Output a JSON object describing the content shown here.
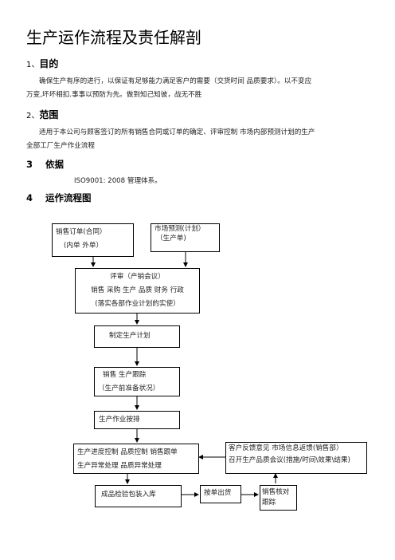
{
  "title": "生产运作流程及责任解剖",
  "section1": {
    "num": "1、",
    "heading": "目的",
    "line1": "确保生产有序的进行，以保证有足够能力满足客户的需要（交货时间  品质要求）。以不变应",
    "line2": "万变,坏坏相扣.事事以预防为先。做到知己知彼，战无不胜"
  },
  "section2": {
    "num": "2、",
    "heading": "范围",
    "line1": "适用于本公司与顾客签订的所有销售合同或订单的确定、评审控制  市场内部预测计划的生产",
    "line2": "全部工厂生产作业流程"
  },
  "section3": {
    "num": "3",
    "heading": "依据",
    "body": "ISO9001: 2008 管理体系。"
  },
  "section4": {
    "num": "4",
    "heading": "运作流程图"
  },
  "flow": {
    "order": {
      "line1": "销售订单(合同）",
      "line2": "(内单  外单）"
    },
    "forecast": {
      "line1": "市场预测(计划）",
      "line2": "（生产单)"
    },
    "review": {
      "line1": "评审（产销会议）",
      "line2": "销售  采购  生产  品质  财务  行政",
      "line3": "(落实各部作业计划的实使）"
    },
    "plan": {
      "line1": "制定生产计划"
    },
    "tracking": {
      "line1": "销售  生产跟踪",
      "line2": "（生产前准备状况）"
    },
    "schedule": {
      "line1": "生产作业按排"
    },
    "control": {
      "line1": "生产进度控制  品质控制  销售跟单",
      "line2": "生产异常处理        品质异常处理"
    },
    "feedback": {
      "line1": "客户反馈意见      市场信息返馈(销售部）",
      "line2": "召开生产品质会议(措施/时间\\效果\\结果)"
    },
    "inspection": {
      "line1": "成品检验包装入库"
    },
    "shipping": {
      "line1": "按单出货"
    },
    "verify": {
      "line1": "销售核对",
      "line2": "跟踪"
    }
  }
}
